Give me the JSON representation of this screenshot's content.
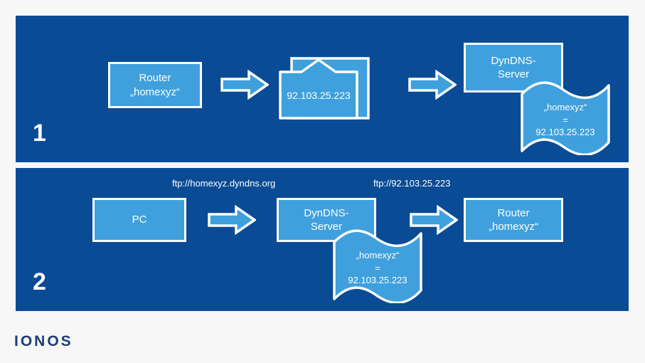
{
  "background_color": "#f7f7f8",
  "panel_color": "#0a4b96",
  "box_color": "#3fa0dd",
  "outline_color": "#ffffff",
  "logo_color": "#1c3f76",
  "brand": {
    "name": "IONOS"
  },
  "panels": [
    {
      "step": "1",
      "nodes": {
        "router": "Router\n„homexyz“",
        "ip_document": "92.103.25.223",
        "dyndns_server": "DynDNS-\nServer",
        "flag": "„homexyz“\n=\n92.103.25.223"
      }
    },
    {
      "step": "2",
      "nodes": {
        "pc": "PC",
        "dyndns_server": "DynDNS-\nServer",
        "flag": "„homexyz“\n=\n92.103.25.223",
        "router": "Router\n„homexyz“"
      },
      "captions": {
        "request_url": "ftp://homexyz.dyndns.org",
        "resolved_url": "ftp://92.103.25.223"
      }
    }
  ]
}
